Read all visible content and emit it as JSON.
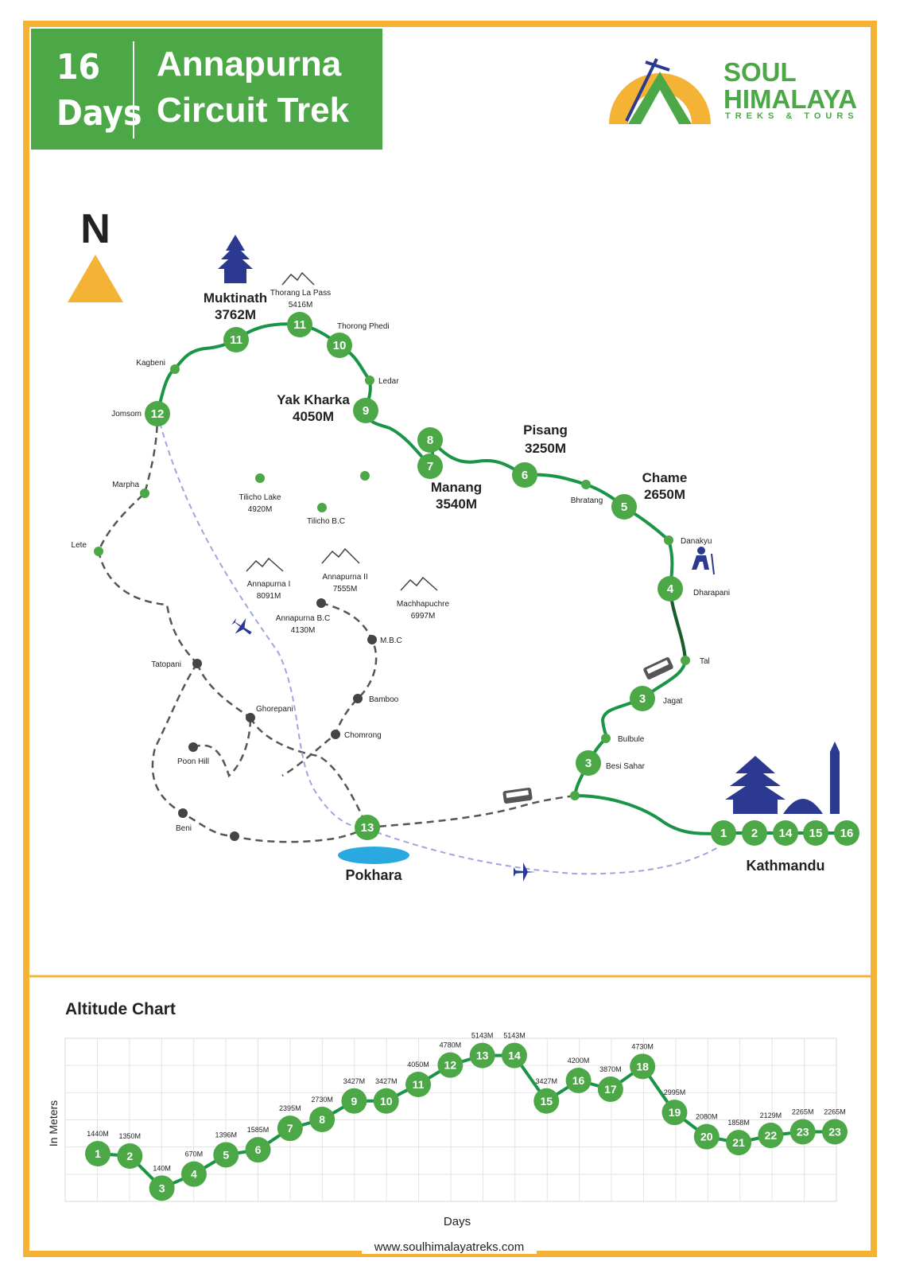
{
  "header": {
    "duration_number": "16",
    "duration_unit": "Days",
    "title_line1": "Annapurna",
    "title_line2": "Circuit Trek"
  },
  "brand": {
    "name_line1": "SOUL",
    "name_line2": "HIMALAYA",
    "tagline": "TREKS & TOURS",
    "logo_icon": "mountain-sun-ice-axe-logo"
  },
  "compass": {
    "label": "N",
    "icon": "north-arrow-icon"
  },
  "colors": {
    "border": "#f5b335",
    "green": "#4ca847",
    "dark_green": "#1a7a3a",
    "navy": "#2b3990",
    "dashed_route": "#555555",
    "flight_route": "#9da6e0",
    "lake": "#29a9e0"
  },
  "map": {
    "places": {
      "muktinath": {
        "name": "Muktinath",
        "alt": "3762M"
      },
      "thorong_la": {
        "name": "Thorang La Pass",
        "alt": "5416M"
      },
      "thorong_phedi": {
        "name": "Thorong Phedi"
      },
      "ledar": {
        "name": "Ledar"
      },
      "yak_kharka": {
        "name": "Yak Kharka",
        "alt": "4050M"
      },
      "kagbeni": {
        "name": "Kagbeni"
      },
      "jomsom": {
        "name": "Jomsom"
      },
      "marpha": {
        "name": "Marpha"
      },
      "lete": {
        "name": "Lete"
      },
      "tilicho_lake": {
        "name": "Tilicho Lake",
        "alt": "4920M"
      },
      "tilicho_bc": {
        "name": "Tilicho B.C"
      },
      "pisang": {
        "name": "Pisang",
        "alt": "3250M"
      },
      "manang": {
        "name": "Manang",
        "alt": "3540M"
      },
      "bhratang": {
        "name": "Bhratang"
      },
      "chame": {
        "name": "Chame",
        "alt": "2650M"
      },
      "danakyu": {
        "name": "Danakyu"
      },
      "dharapani": {
        "name": "Dharapani"
      },
      "tal": {
        "name": "Tal"
      },
      "jagat": {
        "name": "Jagat"
      },
      "bulbule": {
        "name": "Bulbule"
      },
      "besi_sahar": {
        "name": "Besi Sahar"
      },
      "annapurna_1": {
        "name": "Annapurna I",
        "alt": "8091M"
      },
      "annapurna_2": {
        "name": "Annapurna II",
        "alt": "7555M"
      },
      "machhapuchre": {
        "name": "Machhapuchre",
        "alt": "6997M"
      },
      "annapurna_bc": {
        "name": "Annapurna B.C",
        "alt": "4130M"
      },
      "mbc": {
        "name": "M.B.C"
      },
      "bamboo": {
        "name": "Bamboo"
      },
      "chomrong": {
        "name": "Chomrong"
      },
      "tatopani": {
        "name": "Tatopani"
      },
      "ghorepani": {
        "name": "Ghorepani"
      },
      "poon_hill": {
        "name": "Poon Hill"
      },
      "beni": {
        "name": "Beni"
      },
      "pokhara": {
        "name": "Pokhara"
      },
      "kathmandu": {
        "name": "Kathmandu"
      }
    },
    "day_markers": {
      "muktinath": "11",
      "thorong_la": "11",
      "thorong_phedi": "10",
      "yak_kharka": "9",
      "jomsom": "12",
      "manang_upper": "8",
      "manang_lower": "7",
      "pisang": "6",
      "chame": "5",
      "dharapani": "4",
      "jagat": "3",
      "besi_sahar": "3",
      "pokhara": "13",
      "kathmandu": [
        "1",
        "2",
        "14",
        "15",
        "16"
      ]
    },
    "icons": [
      "temple-icon",
      "mountain-icon",
      "trekker-icon",
      "bus-icon",
      "airplane-icon",
      "kathmandu-skyline-icon",
      "lake-icon"
    ]
  },
  "altitude_chart": {
    "heading": "Altitude Chart",
    "chart_data": {
      "type": "line",
      "title": "Altitude Chart",
      "xlabel": "Days",
      "ylabel": "In Meters",
      "grid": true,
      "categories": [
        "1",
        "2",
        "3",
        "4",
        "5",
        "6",
        "7",
        "8",
        "9",
        "10",
        "11",
        "12",
        "13",
        "14",
        "15",
        "16",
        "17",
        "18",
        "19",
        "20",
        "21",
        "22",
        "23",
        "23"
      ],
      "values": [
        1440,
        1350,
        140,
        670,
        1396,
        1585,
        2395,
        2730,
        3427,
        3427,
        4050,
        4780,
        5143,
        5143,
        3427,
        4200,
        3870,
        4730,
        2995,
        2080,
        1858,
        2129,
        2265,
        2265
      ],
      "value_labels": [
        "1440M",
        "1350M",
        "140M",
        "670M",
        "1396M",
        "1585M",
        "2395M",
        "2730M",
        "3427M",
        "3427M",
        "4050M",
        "4780M",
        "5143M",
        "5143M",
        "3427M",
        "4200M",
        "3870M",
        "4730M",
        "2995M",
        "2080M",
        "1858M",
        "2129M",
        "2265M",
        "2265M"
      ]
    }
  },
  "footer": {
    "website": "www.soulhimalayatreks.com"
  }
}
